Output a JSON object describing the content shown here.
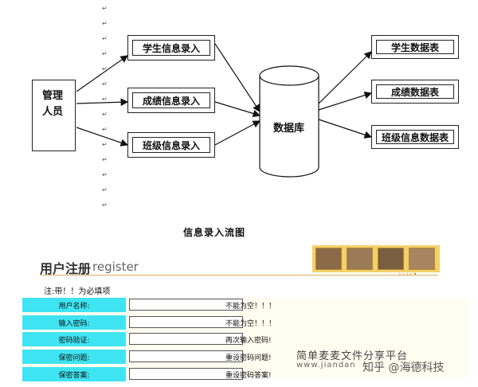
{
  "diagram": {
    "actor": [
      "管理",
      "人员"
    ],
    "inputs": [
      "学生信息录入",
      "成绩信息录入",
      "班级信息录入"
    ],
    "database": "数据库",
    "tables": [
      "学生数据表",
      "成绩数据表",
      "班级信息数据表"
    ],
    "caption": "信息录入流图",
    "return_mark": "↵"
  },
  "register": {
    "title_cn": "用户注册",
    "title_en": "register",
    "note": "注:带！！为必填项",
    "fields": [
      {
        "label": "用户名称:",
        "hint": "不能为空！！！"
      },
      {
        "label": "输入密码:",
        "hint": "不能为空！！！"
      },
      {
        "label": "密码验证:",
        "hint": "再次输入密码!"
      },
      {
        "label": "保密问题:",
        "hint": "重设密码问题!"
      },
      {
        "label": "保密答案:",
        "hint": "重设密码答案!"
      }
    ]
  },
  "watermark": {
    "line1": "简单麦麦文件分享平台",
    "line2": "www.jiandan",
    "line3": "知乎 @海德科技"
  }
}
